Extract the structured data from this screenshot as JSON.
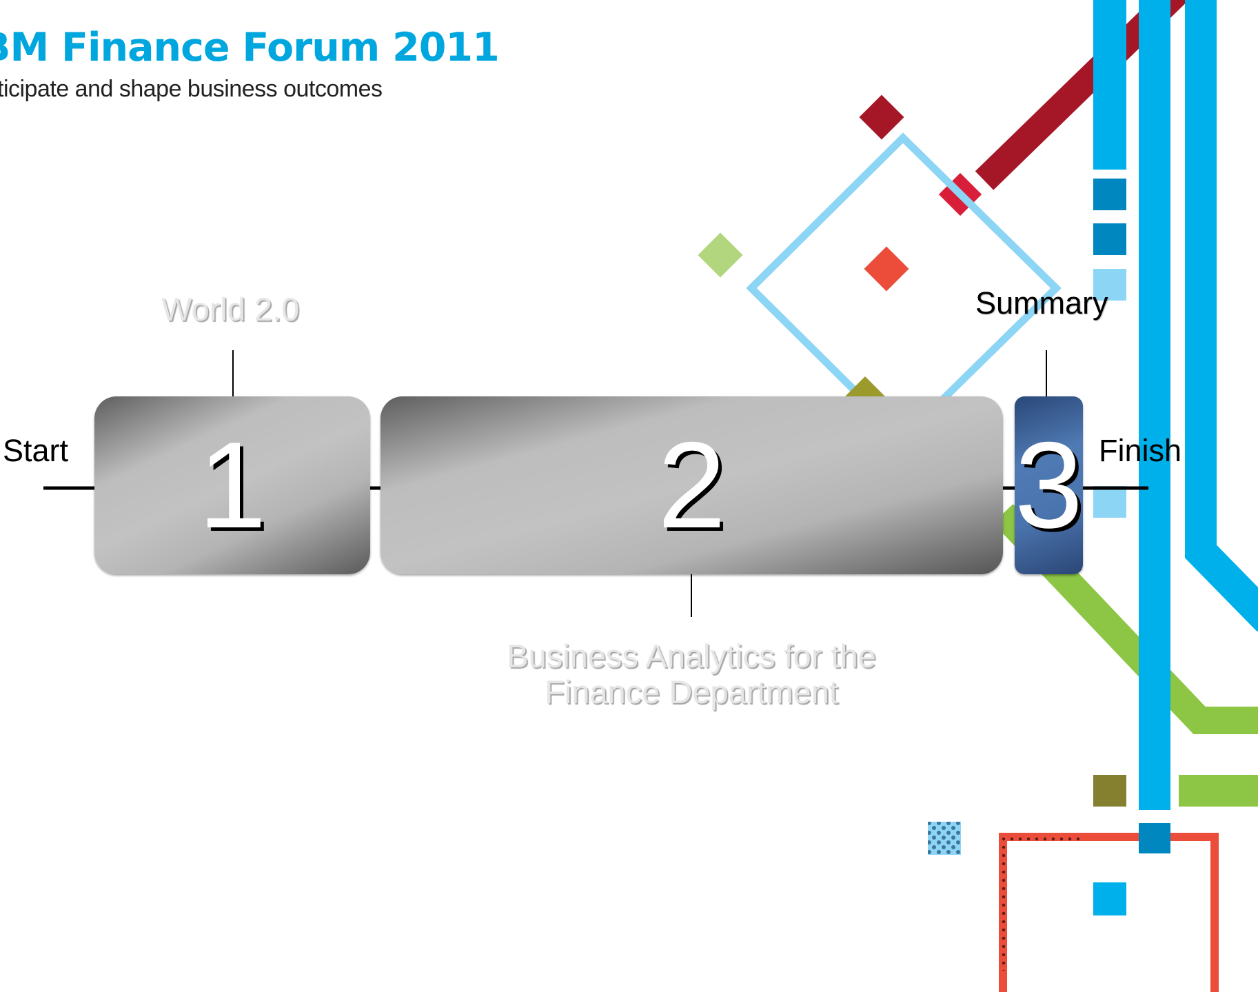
{
  "header": {
    "title": "BM Finance Forum 2011",
    "subtitle": "ticipate and shape business outcomes"
  },
  "timeline": {
    "start_label": "Start",
    "finish_label": "Finish",
    "segments": [
      {
        "number": "1",
        "label": "World 2.0"
      },
      {
        "number": "2",
        "label_line1": "Business Analytics for the",
        "label_line2": "Finance Department"
      },
      {
        "number": "3",
        "label": "Summary"
      }
    ]
  },
  "colors": {
    "brand_blue": "#00a6de",
    "line_blue": "#00b0ea",
    "light_blue": "#8dd5f5",
    "dark_red": "#a51727",
    "red": "#d91e3a",
    "orange_red": "#ec4c3a",
    "green": "#8dc544",
    "light_green": "#b1d67d",
    "olive": "#8a8330",
    "segment3_blue": "#4a74ad"
  }
}
